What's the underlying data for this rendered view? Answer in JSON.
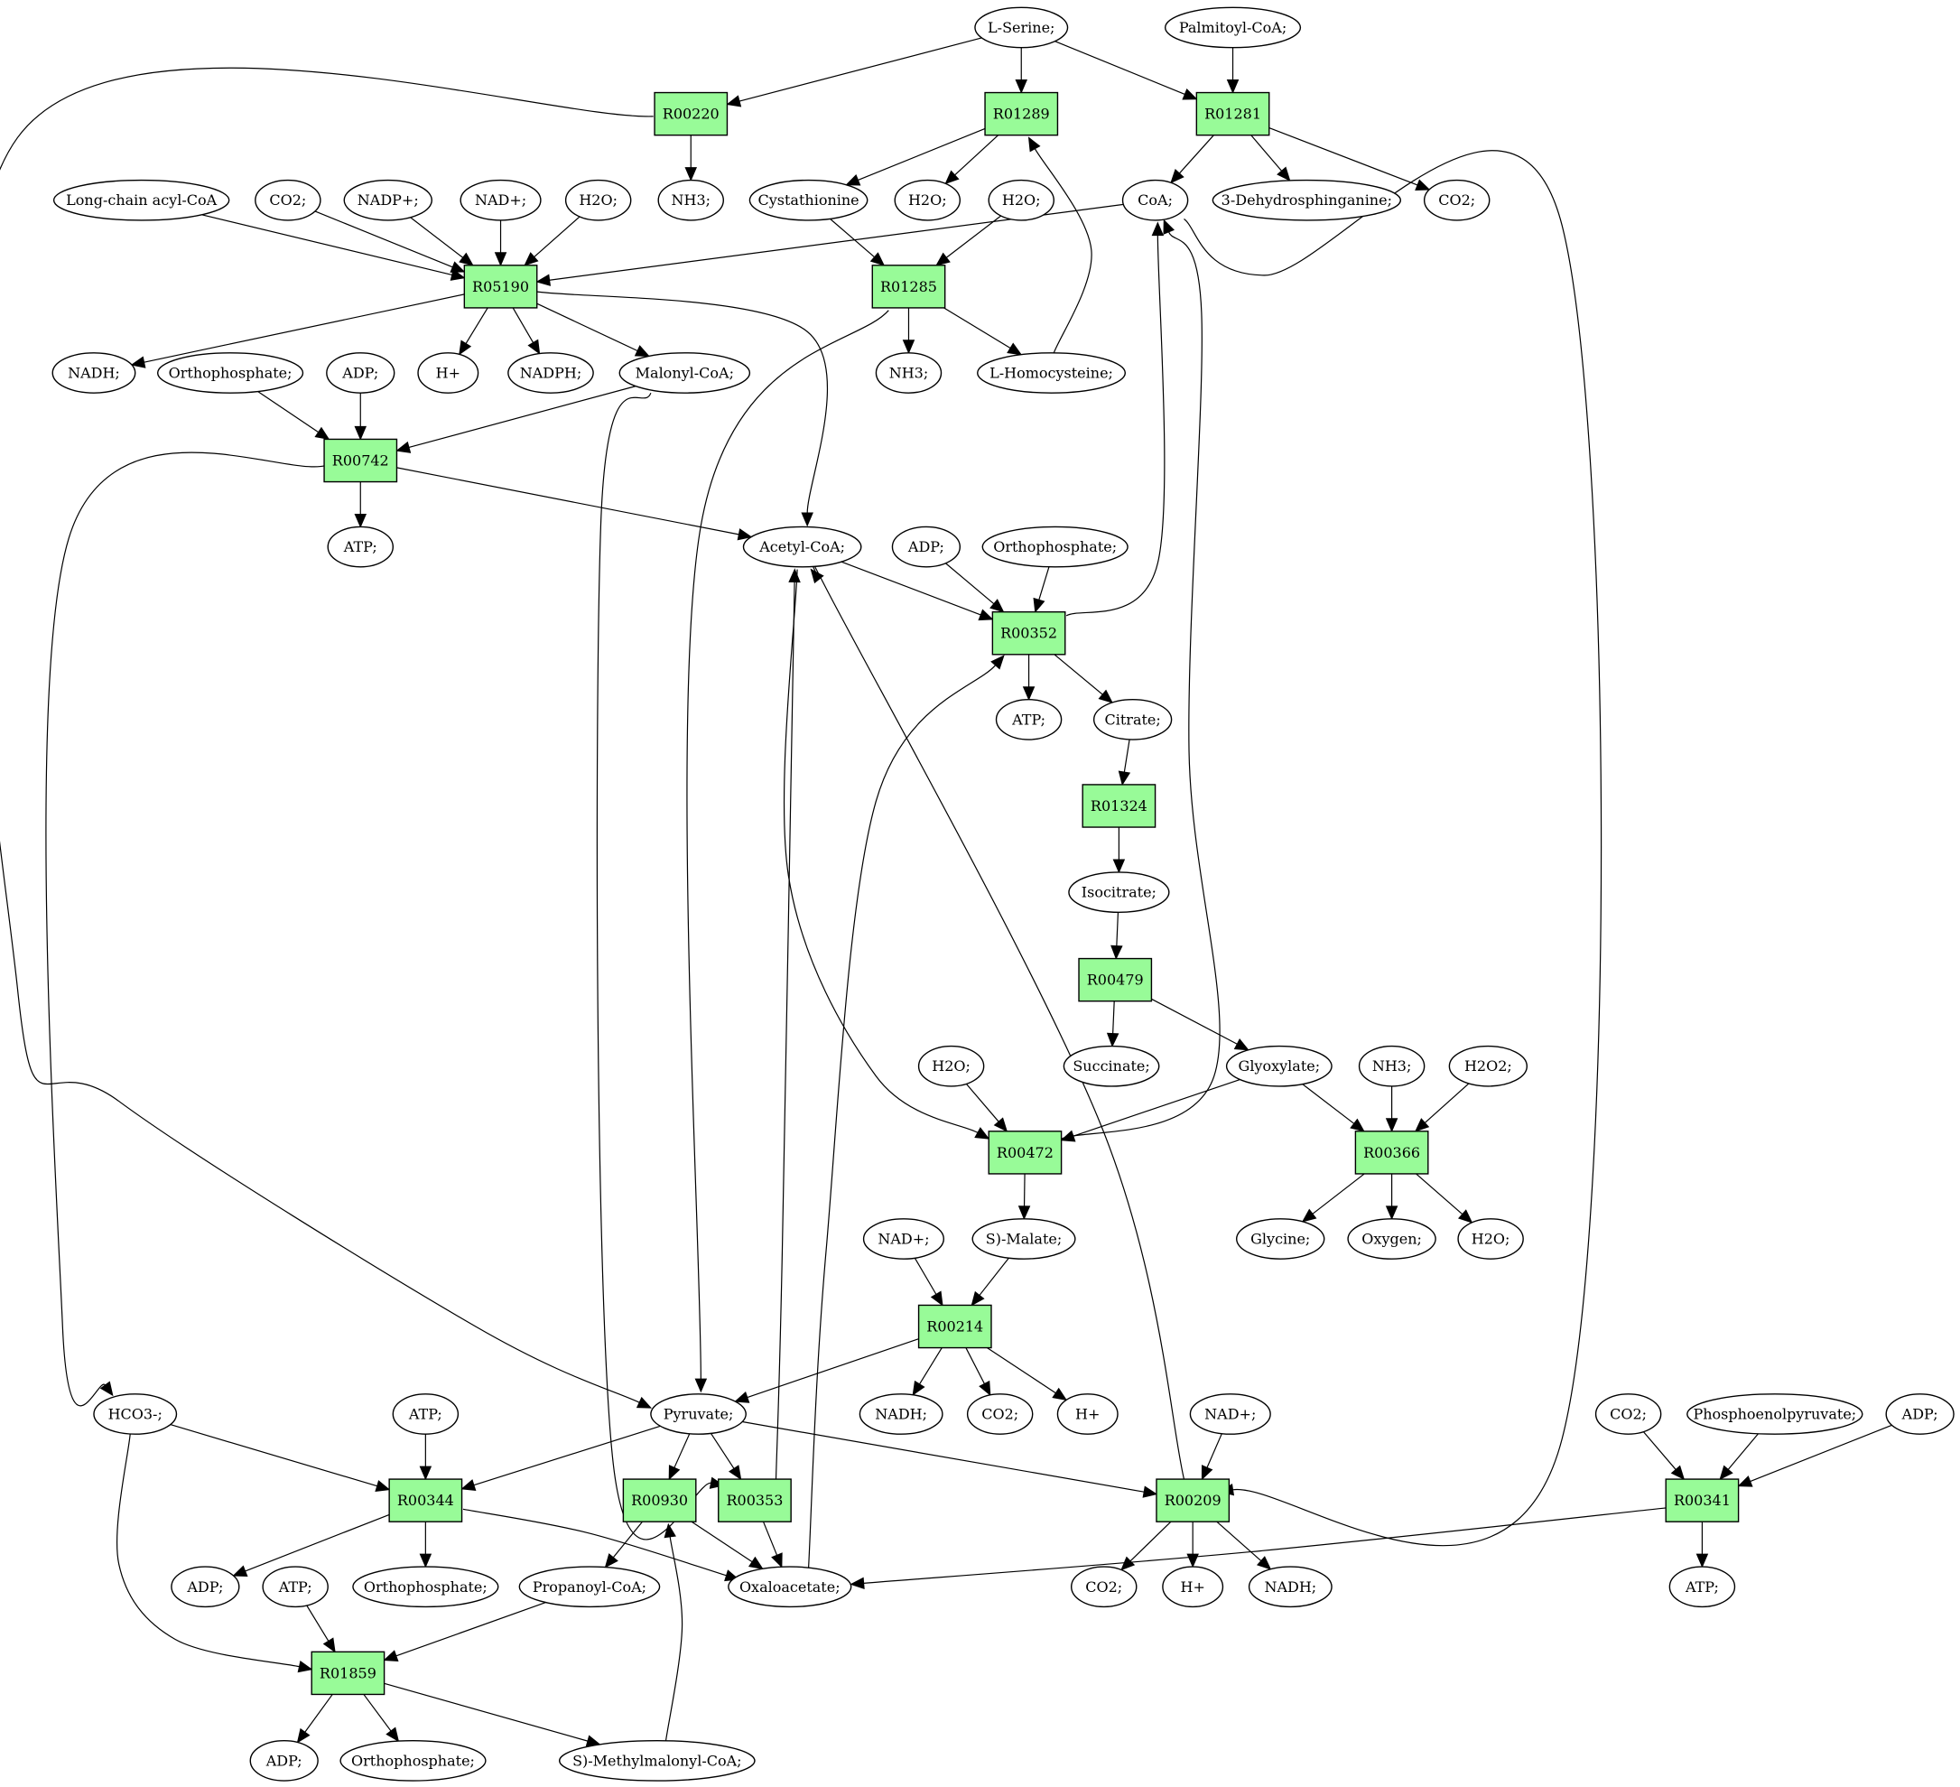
{
  "colors": {
    "reaction": "#98fb98",
    "start": "#00ff00",
    "target": "#ffff00",
    "compound": "#ffffff"
  },
  "nodes": [
    {
      "id": "serine",
      "label": "L-Serine;",
      "kind": "compound",
      "role": "start"
    },
    {
      "id": "palmitoyl",
      "label": "Palmitoyl-CoA;",
      "kind": "compound"
    },
    {
      "id": "R00220",
      "label": "R00220",
      "kind": "reaction"
    },
    {
      "id": "R01289",
      "label": "R01289",
      "kind": "reaction"
    },
    {
      "id": "R01281",
      "label": "R01281",
      "kind": "reaction"
    },
    {
      "id": "nh3_a",
      "label": "NH3;",
      "kind": "compound"
    },
    {
      "id": "cystathionine",
      "label": "Cystathionine",
      "kind": "compound"
    },
    {
      "id": "h2o_a",
      "label": "H2O;",
      "kind": "compound"
    },
    {
      "id": "h2o_b",
      "label": "H2O;",
      "kind": "compound"
    },
    {
      "id": "coa",
      "label": "CoA;",
      "kind": "compound"
    },
    {
      "id": "dehydro",
      "label": "3-Dehydrosphinganine;",
      "kind": "compound"
    },
    {
      "id": "co2_a",
      "label": "CO2;",
      "kind": "compound"
    },
    {
      "id": "lcacyl",
      "label": "Long-chain acyl-CoA",
      "kind": "compound"
    },
    {
      "id": "co2_b",
      "label": "CO2;",
      "kind": "compound"
    },
    {
      "id": "nadp",
      "label": "NADP+;",
      "kind": "compound"
    },
    {
      "id": "nad_a",
      "label": "NAD+;",
      "kind": "compound"
    },
    {
      "id": "h2o_c",
      "label": "H2O;",
      "kind": "compound"
    },
    {
      "id": "R05190",
      "label": "R05190",
      "kind": "reaction"
    },
    {
      "id": "R01285",
      "label": "R01285",
      "kind": "reaction"
    },
    {
      "id": "nadh_a",
      "label": "NADH;",
      "kind": "compound"
    },
    {
      "id": "ortho_a",
      "label": "Orthophosphate;",
      "kind": "compound"
    },
    {
      "id": "adp_a",
      "label": "ADP;",
      "kind": "compound"
    },
    {
      "id": "hplus_a",
      "label": "H+",
      "kind": "compound"
    },
    {
      "id": "nadph",
      "label": "NADPH;",
      "kind": "compound"
    },
    {
      "id": "malonyl",
      "label": "Malonyl-CoA;",
      "kind": "compound"
    },
    {
      "id": "nh3_b",
      "label": "NH3;",
      "kind": "compound"
    },
    {
      "id": "homocys",
      "label": "L-Homocysteine;",
      "kind": "compound"
    },
    {
      "id": "R00742",
      "label": "R00742",
      "kind": "reaction"
    },
    {
      "id": "atp_a",
      "label": "ATP;",
      "kind": "compound"
    },
    {
      "id": "acetyl",
      "label": "Acetyl-CoA;",
      "kind": "compound"
    },
    {
      "id": "adp_b",
      "label": "ADP;",
      "kind": "compound"
    },
    {
      "id": "ortho_b",
      "label": "Orthophosphate;",
      "kind": "compound"
    },
    {
      "id": "R00352",
      "label": "R00352",
      "kind": "reaction"
    },
    {
      "id": "atp_b",
      "label": "ATP;",
      "kind": "compound"
    },
    {
      "id": "citrate",
      "label": "Citrate;",
      "kind": "compound"
    },
    {
      "id": "R01324",
      "label": "R01324",
      "kind": "reaction"
    },
    {
      "id": "isocitrate",
      "label": "Isocitrate;",
      "kind": "compound"
    },
    {
      "id": "R00479",
      "label": "R00479",
      "kind": "reaction"
    },
    {
      "id": "succinate",
      "label": "Succinate;",
      "kind": "compound"
    },
    {
      "id": "glyoxylate",
      "label": "Glyoxylate;",
      "kind": "compound"
    },
    {
      "id": "h2o_d",
      "label": "H2O;",
      "kind": "compound"
    },
    {
      "id": "nh3_c",
      "label": "NH3;",
      "kind": "compound"
    },
    {
      "id": "h2o2",
      "label": "H2O2;",
      "kind": "compound"
    },
    {
      "id": "R00472",
      "label": "R00472",
      "kind": "reaction"
    },
    {
      "id": "R00366",
      "label": "R00366",
      "kind": "reaction"
    },
    {
      "id": "glycine",
      "label": "Glycine;",
      "kind": "compound",
      "role": "target"
    },
    {
      "id": "oxygen",
      "label": "Oxygen;",
      "kind": "compound"
    },
    {
      "id": "h2o_e",
      "label": "H2O;",
      "kind": "compound"
    },
    {
      "id": "nad_b",
      "label": "NAD+;",
      "kind": "compound"
    },
    {
      "id": "smalate",
      "label": "S)-Malate;",
      "kind": "compound"
    },
    {
      "id": "R00214",
      "label": "R00214",
      "kind": "reaction"
    },
    {
      "id": "hco3",
      "label": "HCO3-;",
      "kind": "compound"
    },
    {
      "id": "atp_c",
      "label": "ATP;",
      "kind": "compound"
    },
    {
      "id": "pyruvate",
      "label": "Pyruvate;",
      "kind": "compound"
    },
    {
      "id": "nadh_b",
      "label": "NADH;",
      "kind": "compound"
    },
    {
      "id": "co2_c",
      "label": "CO2;",
      "kind": "compound"
    },
    {
      "id": "hplus_b",
      "label": "H+",
      "kind": "compound"
    },
    {
      "id": "nad_c",
      "label": "NAD+;",
      "kind": "compound"
    },
    {
      "id": "co2_d",
      "label": "CO2;",
      "kind": "compound"
    },
    {
      "id": "pep",
      "label": "Phosphoenolpyruvate;",
      "kind": "compound"
    },
    {
      "id": "adp_c",
      "label": "ADP;",
      "kind": "compound"
    },
    {
      "id": "R00344",
      "label": "R00344",
      "kind": "reaction"
    },
    {
      "id": "R00930",
      "label": "R00930",
      "kind": "reaction"
    },
    {
      "id": "R00353",
      "label": "R00353",
      "kind": "reaction"
    },
    {
      "id": "R00209",
      "label": "R00209",
      "kind": "reaction"
    },
    {
      "id": "R00341",
      "label": "R00341",
      "kind": "reaction"
    },
    {
      "id": "adp_d",
      "label": "ADP;",
      "kind": "compound"
    },
    {
      "id": "atp_d",
      "label": "ATP;",
      "kind": "compound"
    },
    {
      "id": "ortho_c",
      "label": "Orthophosphate;",
      "kind": "compound"
    },
    {
      "id": "propanoyl",
      "label": "Propanoyl-CoA;",
      "kind": "compound"
    },
    {
      "id": "oxaloacetate",
      "label": "Oxaloacetate;",
      "kind": "compound"
    },
    {
      "id": "co2_e",
      "label": "CO2;",
      "kind": "compound"
    },
    {
      "id": "hplus_c",
      "label": "H+",
      "kind": "compound"
    },
    {
      "id": "nadh_c",
      "label": "NADH;",
      "kind": "compound"
    },
    {
      "id": "atp_e",
      "label": "ATP;",
      "kind": "compound"
    },
    {
      "id": "R01859",
      "label": "R01859",
      "kind": "reaction"
    },
    {
      "id": "adp_e",
      "label": "ADP;",
      "kind": "compound"
    },
    {
      "id": "ortho_d",
      "label": "Orthophosphate;",
      "kind": "compound"
    },
    {
      "id": "smethyl",
      "label": "S)-Methylmalonyl-CoA;",
      "kind": "compound"
    }
  ],
  "edges": [
    [
      "serine",
      "R00220"
    ],
    [
      "serine",
      "R01289"
    ],
    [
      "serine",
      "R01281"
    ],
    [
      "palmitoyl",
      "R01281"
    ],
    [
      "R00220",
      "nh3_a"
    ],
    [
      "R00220",
      "pyruvate"
    ],
    [
      "R01289",
      "cystathionine"
    ],
    [
      "R01289",
      "h2o_a"
    ],
    [
      "R01281",
      "coa"
    ],
    [
      "R01281",
      "dehydro"
    ],
    [
      "R01281",
      "co2_a"
    ],
    [
      "lcacyl",
      "R05190"
    ],
    [
      "co2_b",
      "R05190"
    ],
    [
      "nadp",
      "R05190"
    ],
    [
      "nad_a",
      "R05190"
    ],
    [
      "h2o_c",
      "R05190"
    ],
    [
      "coa",
      "R05190"
    ],
    [
      "R05190",
      "nadh_a"
    ],
    [
      "R05190",
      "hplus_a"
    ],
    [
      "R05190",
      "nadph"
    ],
    [
      "R05190",
      "malonyl"
    ],
    [
      "R05190",
      "acetyl"
    ],
    [
      "cystathionine",
      "R01285"
    ],
    [
      "h2o_b",
      "R01285"
    ],
    [
      "R01285",
      "nh3_b"
    ],
    [
      "R01285",
      "homocys"
    ],
    [
      "R01285",
      "pyruvate"
    ],
    [
      "homocys",
      "R01289"
    ],
    [
      "coa",
      "R00209"
    ],
    [
      "ortho_a",
      "R00742"
    ],
    [
      "adp_a",
      "R00742"
    ],
    [
      "malonyl",
      "R00742"
    ],
    [
      "R00742",
      "atp_a"
    ],
    [
      "R00742",
      "acetyl"
    ],
    [
      "R00742",
      "hco3"
    ],
    [
      "malonyl",
      "R00353"
    ],
    [
      "acetyl",
      "R00352"
    ],
    [
      "adp_b",
      "R00352"
    ],
    [
      "ortho_b",
      "R00352"
    ],
    [
      "R00352",
      "coa"
    ],
    [
      "R00352",
      "atp_b"
    ],
    [
      "R00352",
      "citrate"
    ],
    [
      "citrate",
      "R01324"
    ],
    [
      "R01324",
      "isocitrate"
    ],
    [
      "isocitrate",
      "R00479"
    ],
    [
      "R00479",
      "succinate"
    ],
    [
      "R00479",
      "glyoxylate"
    ],
    [
      "h2o_d",
      "R00472"
    ],
    [
      "glyoxylate",
      "R00472"
    ],
    [
      "acetyl",
      "R00472"
    ],
    [
      "R00472",
      "coa"
    ],
    [
      "R00472",
      "smalate"
    ],
    [
      "glyoxylate",
      "R00366"
    ],
    [
      "nh3_c",
      "R00366"
    ],
    [
      "h2o2",
      "R00366"
    ],
    [
      "R00366",
      "glycine"
    ],
    [
      "R00366",
      "oxygen"
    ],
    [
      "R00366",
      "h2o_e"
    ],
    [
      "nad_b",
      "R00214"
    ],
    [
      "smalate",
      "R00214"
    ],
    [
      "R00214",
      "pyruvate"
    ],
    [
      "R00214",
      "nadh_b"
    ],
    [
      "R00214",
      "co2_c"
    ],
    [
      "R00214",
      "hplus_b"
    ],
    [
      "R00209",
      "acetyl"
    ],
    [
      "R00353",
      "acetyl"
    ],
    [
      "oxaloacetate",
      "R00352"
    ],
    [
      "hco3",
      "R00344"
    ],
    [
      "atp_c",
      "R00344"
    ],
    [
      "pyruvate",
      "R00344"
    ],
    [
      "pyruvate",
      "R00930"
    ],
    [
      "pyruvate",
      "R00353"
    ],
    [
      "pyruvate",
      "R00209"
    ],
    [
      "nad_c",
      "R00209"
    ],
    [
      "co2_d",
      "R00341"
    ],
    [
      "pep",
      "R00341"
    ],
    [
      "adp_c",
      "R00341"
    ],
    [
      "R00344",
      "adp_d"
    ],
    [
      "R00344",
      "ortho_c"
    ],
    [
      "R00344",
      "oxaloacetate"
    ],
    [
      "R00930",
      "propanoyl"
    ],
    [
      "R00930",
      "oxaloacetate"
    ],
    [
      "R00353",
      "oxaloacetate"
    ],
    [
      "R00209",
      "co2_e"
    ],
    [
      "R00209",
      "hplus_c"
    ],
    [
      "R00209",
      "nadh_c"
    ],
    [
      "R00341",
      "oxaloacetate"
    ],
    [
      "R00341",
      "atp_d"
    ],
    [
      "hco3",
      "R01859"
    ],
    [
      "atp_e",
      "R01859"
    ],
    [
      "propanoyl",
      "R01859"
    ],
    [
      "R01859",
      "adp_e"
    ],
    [
      "R01859",
      "ortho_d"
    ],
    [
      "R01859",
      "smethyl"
    ],
    [
      "smethyl",
      "R00930"
    ]
  ]
}
